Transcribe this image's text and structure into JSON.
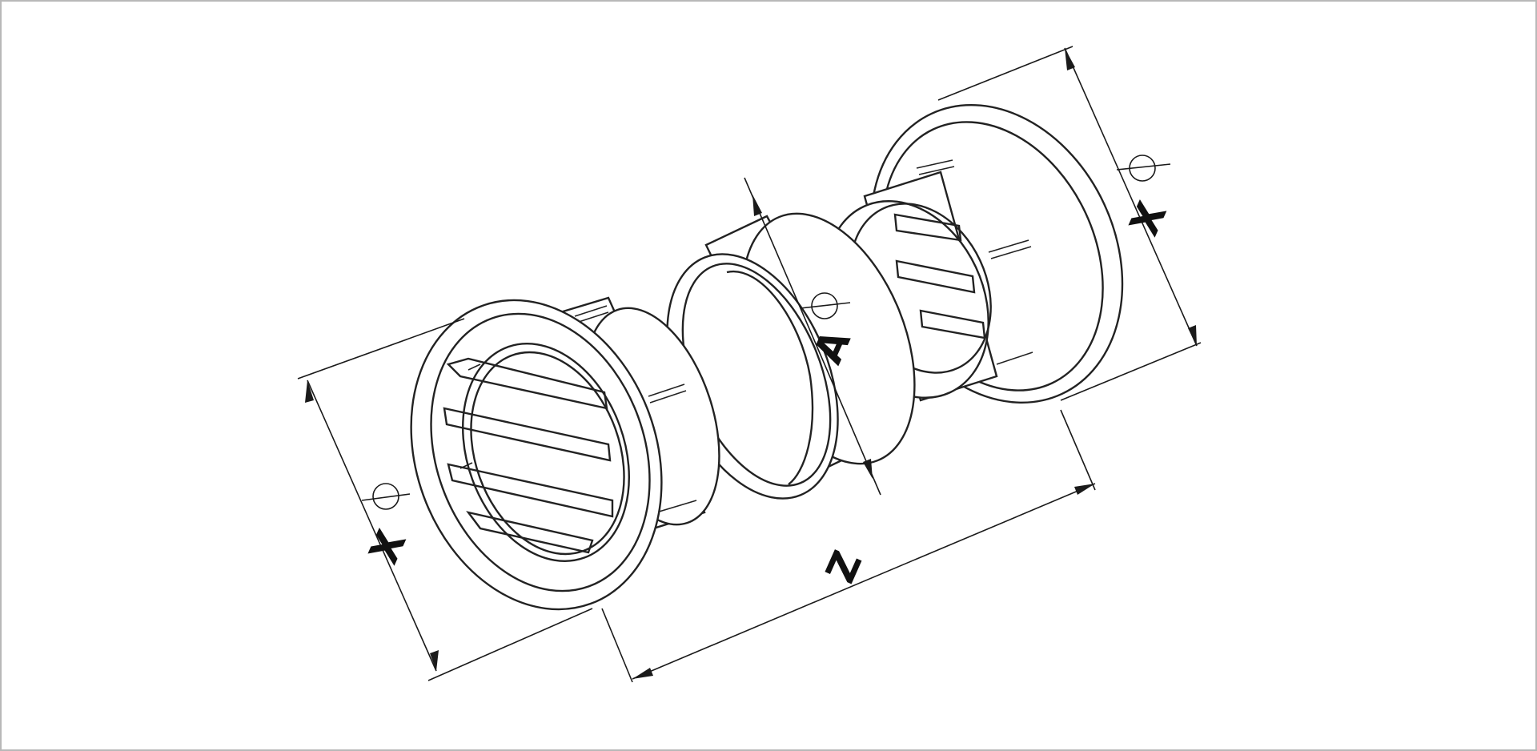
{
  "diagram": {
    "labels": {
      "dim_x_left": "X",
      "dim_x_right": "X",
      "dim_a": "A",
      "dim_z": "Z"
    },
    "colors": {
      "line": "#222222",
      "background": "#ffffff",
      "frame_border": "#b8b8b8"
    },
    "icons": {
      "diameter_symbol": "diameter-symbol"
    }
  }
}
